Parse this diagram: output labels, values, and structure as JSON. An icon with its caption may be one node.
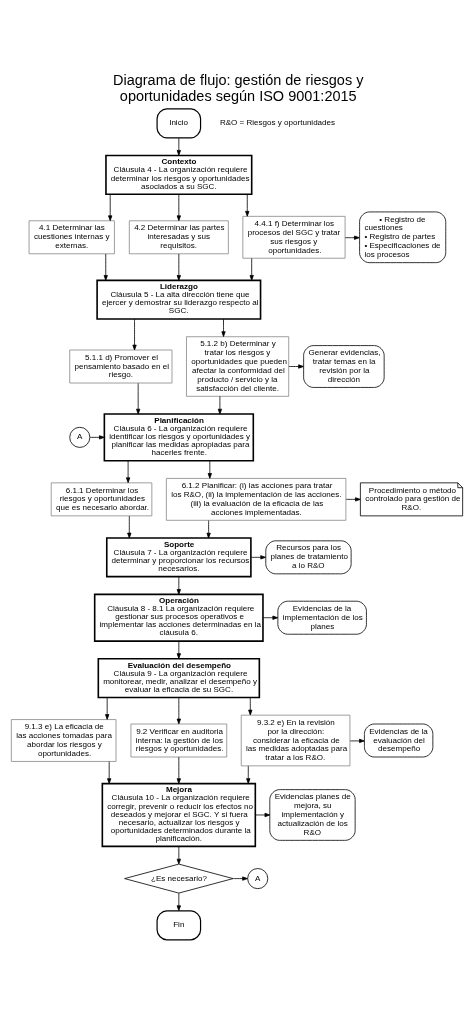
{
  "diagram": {
    "title": "Diagrama de flujo: gestión de riesgos y oportunidades según ISO 9001:2015",
    "nodes": [
      {
        "text": [
          "Inicio"
        ]
      },
      {
        "text": [
          "Contexto",
          "Cláusula 4 - La organización requiere determinar los riesgos y oportunidades asociados a su SGC."
        ]
      },
      {
        "text": [
          "4.1 Determinar las cuestiones internas y externas."
        ]
      },
      {
        "text": [
          "4.2 Determinar las partes interesadas y sus requisitos."
        ]
      },
      {
        "text": [
          "4.4.1 f) Determinar los procesos del SGC y tratar sus riesgos y oportunidades."
        ]
      },
      {
        "text": [
          "• Registro de cuestiones",
          "• Registro de partes",
          "• Especificaciones de los procesos"
        ]
      },
      {
        "text": [
          "Liderazgo",
          "Cláusula 5 - La alta dirección tiene que ejercer y demostrar su liderazgo respecto al SGC."
        ]
      },
      {
        "text": [
          "5.1.1 d) Promover el pensamiento basado en el riesgo."
        ]
      },
      {
        "text": [
          "5.1.2 b) Determinar y tratar los riesgos y oportunidades que pueden afectar la conformidad del producto / servicio y la satisfacción del cliente."
        ]
      },
      {
        "text": [
          "Generar evidencias, tratar temas en la revisión por la dirección"
        ]
      },
      {
        "text": [
          "Planificación",
          "Cláusula 6 - La organización requiere identificar los riesgos y oportunidades y planificar las medidas apropiadas para hacerles frente."
        ]
      },
      {
        "text": [
          "A"
        ]
      },
      {
        "text": [
          "6.1.1 Determinar los riesgos y oportunidades que es necesario abordar."
        ]
      },
      {
        "text": [
          "6.1.2 Planificar: (i) las acciones para tratar los R&O, (ii) la implementación de las acciones. (iii) la evaluación de la eficacia de las acciones implementadas."
        ]
      },
      {
        "text": [
          "Procedimiento o método controlado para gestión de R&O."
        ]
      },
      {
        "text": [
          "Soporte",
          "Cláusula 7 - La organización requiere determinar y proporcionar los recursos necesarios."
        ]
      },
      {
        "text": [
          "Recursos para los planes de tratamiento a lo R&O"
        ]
      },
      {
        "text": [
          "Operación",
          "Cláusula 8 - 8.1 La organización requiere gestionar sus procesos operativos e implementar las acciones determinadas en la cláusula 6."
        ]
      },
      {
        "text": [
          "Evidencias de la implementación de los planes"
        ]
      },
      {
        "text": [
          "Evaluación del desempeño",
          "Cláusula 9 - La organización requiere monitorear, medir, analizar el desempeño y evaluar la eficacia de su SGC."
        ]
      },
      {
        "text": [
          "9.1.3 e) La eficacia de las acciones tomadas para abordar los riesgos y oportunidades."
        ]
      },
      {
        "text": [
          "9.2 Verificar en auditoria interna: la gestión de los riesgos y oportunidades."
        ]
      },
      {
        "text": [
          "9.3.2 e) En la revisión por la dirección: considerar la eficacia de las medidas adoptadas para tratar a los R&O."
        ]
      },
      {
        "text": [
          "Evidencias de la evaluación del desempeño"
        ]
      },
      {
        "text": [
          "Mejora",
          "Cláusula 10 - La organización requiere corregir, prevenir o reducir los efectos no deseados y mejorar el SGC. Y si fuera necesario, actualizar los riesgos y oportunidades determinados durante la planificación."
        ]
      },
      {
        "text": [
          "Evidencias planes de mejora, su implementación y actualización de los R&O"
        ]
      },
      {
        "text": [
          "¿Es necesario?"
        ]
      },
      {
        "text": [
          "A"
        ]
      },
      {
        "text": [
          "Fin"
        ]
      }
    ],
    "edges": [
      {
        "from": 0,
        "to": 1,
        "arrow": "to"
      },
      {
        "from": 1,
        "to": 2,
        "arrow": "to"
      },
      {
        "from": 1,
        "to": 3,
        "arrow": "to"
      },
      {
        "from": 1,
        "to": 4,
        "arrow": "to"
      },
      {
        "from": 4,
        "to": 5,
        "arrow": "to"
      },
      {
        "from": 2,
        "to": 6,
        "arrow": "to"
      },
      {
        "from": 3,
        "to": 6,
        "arrow": "to"
      },
      {
        "from": 4,
        "to": 6,
        "arrow": "to"
      },
      {
        "from": 6,
        "to": 7,
        "arrow": "to"
      },
      {
        "from": 6,
        "to": 8,
        "arrow": "to"
      },
      {
        "from": 8,
        "to": 9,
        "arrow": "to"
      },
      {
        "from": 7,
        "to": 10,
        "arrow": "to"
      },
      {
        "from": 8,
        "to": 10,
        "arrow": "to"
      },
      {
        "from": 11,
        "to": 10,
        "arrow": "to"
      },
      {
        "from": 10,
        "to": 12,
        "arrow": "to"
      },
      {
        "from": 10,
        "to": 13,
        "arrow": "to"
      },
      {
        "from": 13,
        "to": 14,
        "arrow": "to"
      },
      {
        "from": 12,
        "to": 15,
        "arrow": "to"
      },
      {
        "from": 13,
        "to": 15,
        "arrow": "to"
      },
      {
        "from": 15,
        "to": 16,
        "arrow": "to"
      },
      {
        "from": 15,
        "to": 17,
        "arrow": "to"
      },
      {
        "from": 17,
        "to": 18,
        "arrow": "to"
      },
      {
        "from": 17,
        "to": 19,
        "arrow": "to"
      },
      {
        "from": 19,
        "to": 20,
        "arrow": "to"
      },
      {
        "from": 19,
        "to": 21,
        "arrow": "to"
      },
      {
        "from": 19,
        "to": 22,
        "arrow": "to"
      },
      {
        "from": 22,
        "to": 23,
        "arrow": "to"
      },
      {
        "from": 20,
        "to": 24,
        "arrow": "to"
      },
      {
        "from": 21,
        "to": 24,
        "arrow": "to"
      },
      {
        "from": 22,
        "to": 24,
        "arrow": "to"
      },
      {
        "from": 24,
        "to": 25,
        "arrow": "to"
      },
      {
        "from": 24,
        "to": 26,
        "arrow": "to"
      },
      {
        "from": 26,
        "to": 27,
        "arrow": "to"
      },
      {
        "from": 26,
        "to": 28,
        "arrow": "to"
      }
    ],
    "labels": [
      "R&O = Riesgos y oportunidades"
    ]
  }
}
